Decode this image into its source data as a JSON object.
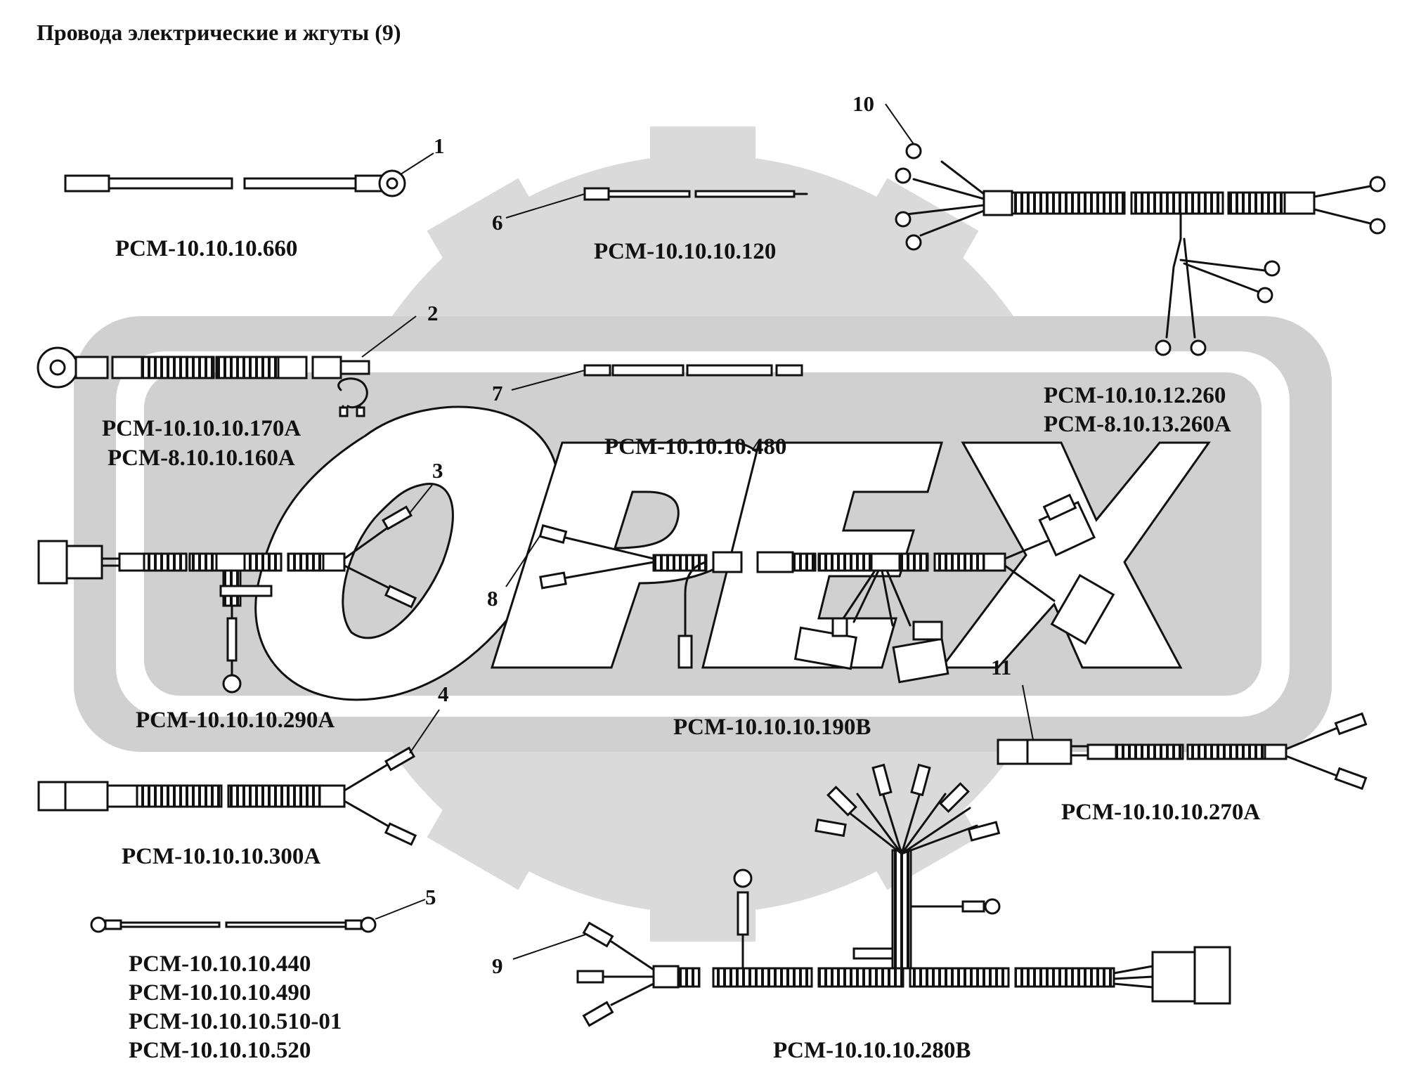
{
  "title": "Провода электрические и жгуты  (9)",
  "watermark": {
    "text": "OPEX",
    "gear_color": "#d9d9d9",
    "band_color": "#cfcfcf"
  },
  "parts": [
    {
      "callout": "1",
      "codes": [
        "PCM-10.10.10.660"
      ]
    },
    {
      "callout": "2",
      "codes": [
        "PCM-10.10.10.170A",
        "PCM-8.10.10.160A"
      ]
    },
    {
      "callout": "3",
      "codes": [
        "PCM-10.10.10.290A"
      ]
    },
    {
      "callout": "4",
      "codes": [
        "PCM-10.10.10.300A"
      ]
    },
    {
      "callout": "5",
      "codes": [
        "PCM-10.10.10.440",
        "PCM-10.10.10.490",
        "PCM-10.10.10.510-01",
        "PCM-10.10.10.520"
      ]
    },
    {
      "callout": "6",
      "codes": [
        "PCM-10.10.10.120"
      ]
    },
    {
      "callout": "7",
      "codes": [
        "PCM-10.10.10.480"
      ]
    },
    {
      "callout": "8",
      "codes": [
        "PCM-10.10.10.190B"
      ]
    },
    {
      "callout": "9",
      "codes": [
        "PCM-10.10.10.280B"
      ]
    },
    {
      "callout": "10",
      "codes": [
        "PCM-10.10.12.260",
        "PCM-8.10.13.260A"
      ]
    },
    {
      "callout": "11",
      "codes": [
        "PCM-10.10.10.270A"
      ]
    }
  ]
}
